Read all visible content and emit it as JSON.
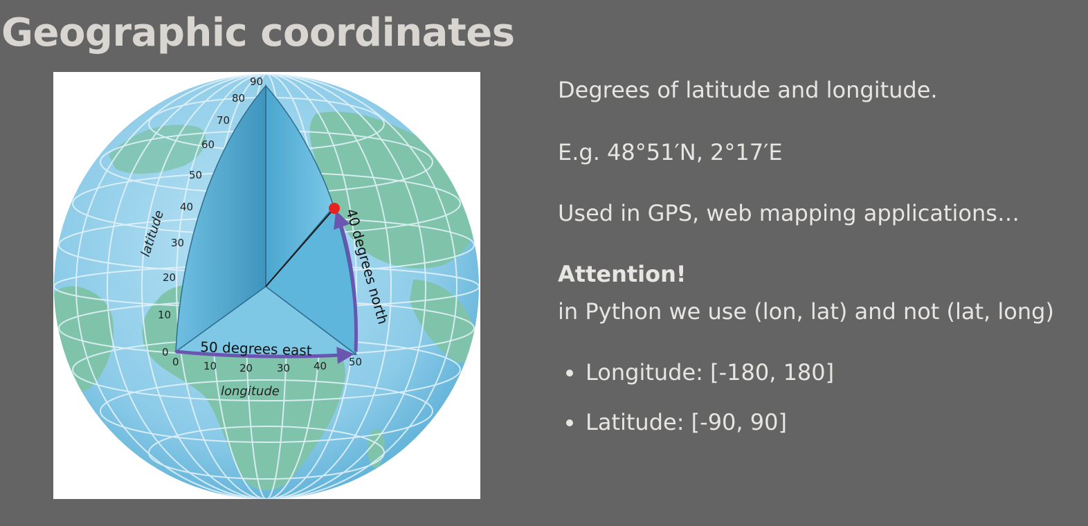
{
  "slide": {
    "title": "Geographic coordinates"
  },
  "figure": {
    "latitude_ticks": [
      "0",
      "10",
      "20",
      "30",
      "40",
      "50",
      "60",
      "70",
      "80",
      "90"
    ],
    "longitude_ticks": [
      "0",
      "10",
      "20",
      "30",
      "40",
      "50"
    ],
    "latitude_label": "latitude",
    "longitude_label": "longitude",
    "east_label": "50 degrees east",
    "north_label": "40 degrees north",
    "colors": {
      "ocean": "#8ccbe8",
      "land": "#7ec3aa",
      "wedge": "#5ab2d8",
      "arrow": "#6a55b0",
      "point": "#e8231f"
    }
  },
  "content": {
    "line1": "Degrees of latitude and longitude.",
    "line2": "E.g. 48°51′N, 2°17′E",
    "line3": "Used in GPS, web mapping applications…",
    "attention": "Attention!",
    "line4": "in Python we use (lon, lat) and not (lat, long)",
    "bullets": [
      "Longitude: [-180, 180]",
      "Latitude: [-90, 90]"
    ]
  }
}
